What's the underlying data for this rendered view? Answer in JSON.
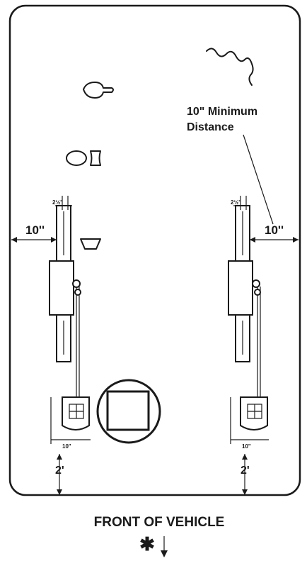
{
  "labels": {
    "min_distance_line1": "10\" Minimum",
    "min_distance_line2": "Distance",
    "left_side_gap": "10''",
    "right_side_gap": "10''",
    "left_front_gap": "2'",
    "right_front_gap": "2'",
    "front_of_vehicle": "FRONT OF VEHICLE",
    "asterisk": "✱",
    "left_top_dim": "2½\"",
    "right_top_dim": "2½\"",
    "left_bottom_dim": "10\"",
    "right_bottom_dim": "10\""
  },
  "colors": {
    "ink": "#1a1a1a",
    "paper": "#ffffff"
  }
}
